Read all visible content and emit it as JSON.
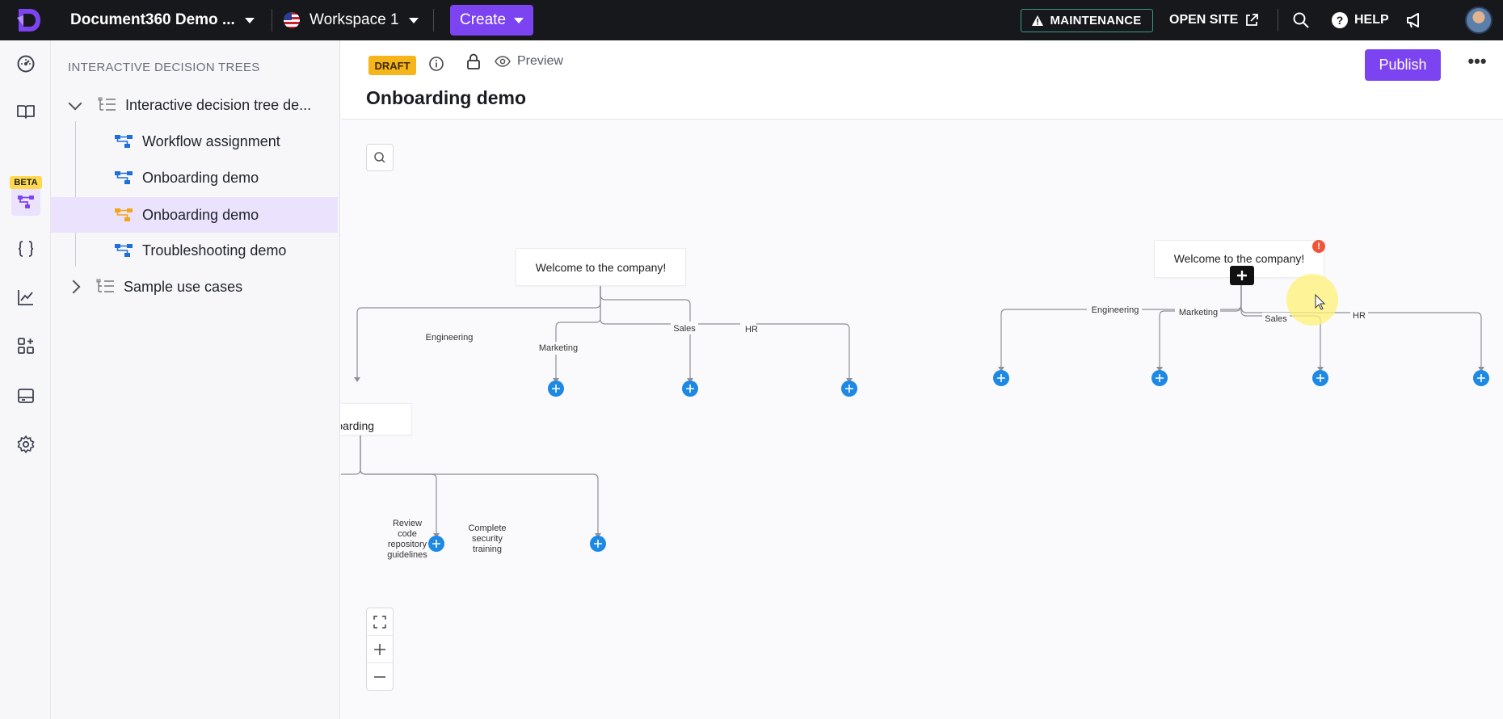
{
  "topbar": {
    "project_name": "Document360 Demo ...",
    "workspace": "Workspace 1",
    "create_label": "Create",
    "maintenance_label": "MAINTENANCE",
    "open_site_label": "OPEN SITE",
    "help_label": "HELP"
  },
  "rail": {
    "beta_label": "BETA"
  },
  "sidebar": {
    "section_title": "INTERACTIVE DECISION TREES",
    "folders": [
      {
        "label": "Interactive decision tree de...",
        "expanded": true
      },
      {
        "label": "Sample use cases",
        "expanded": false
      }
    ],
    "items": [
      {
        "label": "Workflow assignment",
        "active": false
      },
      {
        "label": "Onboarding demo",
        "active": false
      },
      {
        "label": "Onboarding demo",
        "active": true
      },
      {
        "label": "Troubleshooting demo",
        "active": false
      }
    ]
  },
  "editor": {
    "status_badge": "DRAFT",
    "preview_label": "Preview",
    "title": "Onboarding demo",
    "publish_label": "Publish",
    "more_label": "•••"
  },
  "canvas": {
    "tree1": {
      "root": "Welcome to the company!",
      "branches": [
        "Engineering",
        "Sales",
        "Marketing",
        "HR"
      ],
      "child_node": "ring onboarding",
      "child_branches": [
        "Review\ncode\nrepository\nguidelines",
        "Complete\nsecurity\ntraining"
      ]
    },
    "tree2": {
      "root": "Welcome to the company!",
      "branches": [
        "Engineering",
        "Marketing",
        "Sales",
        "HR"
      ]
    },
    "zoom_controls": [
      "fit",
      "zoom-in",
      "zoom-out"
    ]
  },
  "colors": {
    "accent": "#7c43f0",
    "draft": "#f7b51c",
    "add_node": "#1e88e5",
    "warning": "#f0573a",
    "topbar": "#17181c"
  }
}
